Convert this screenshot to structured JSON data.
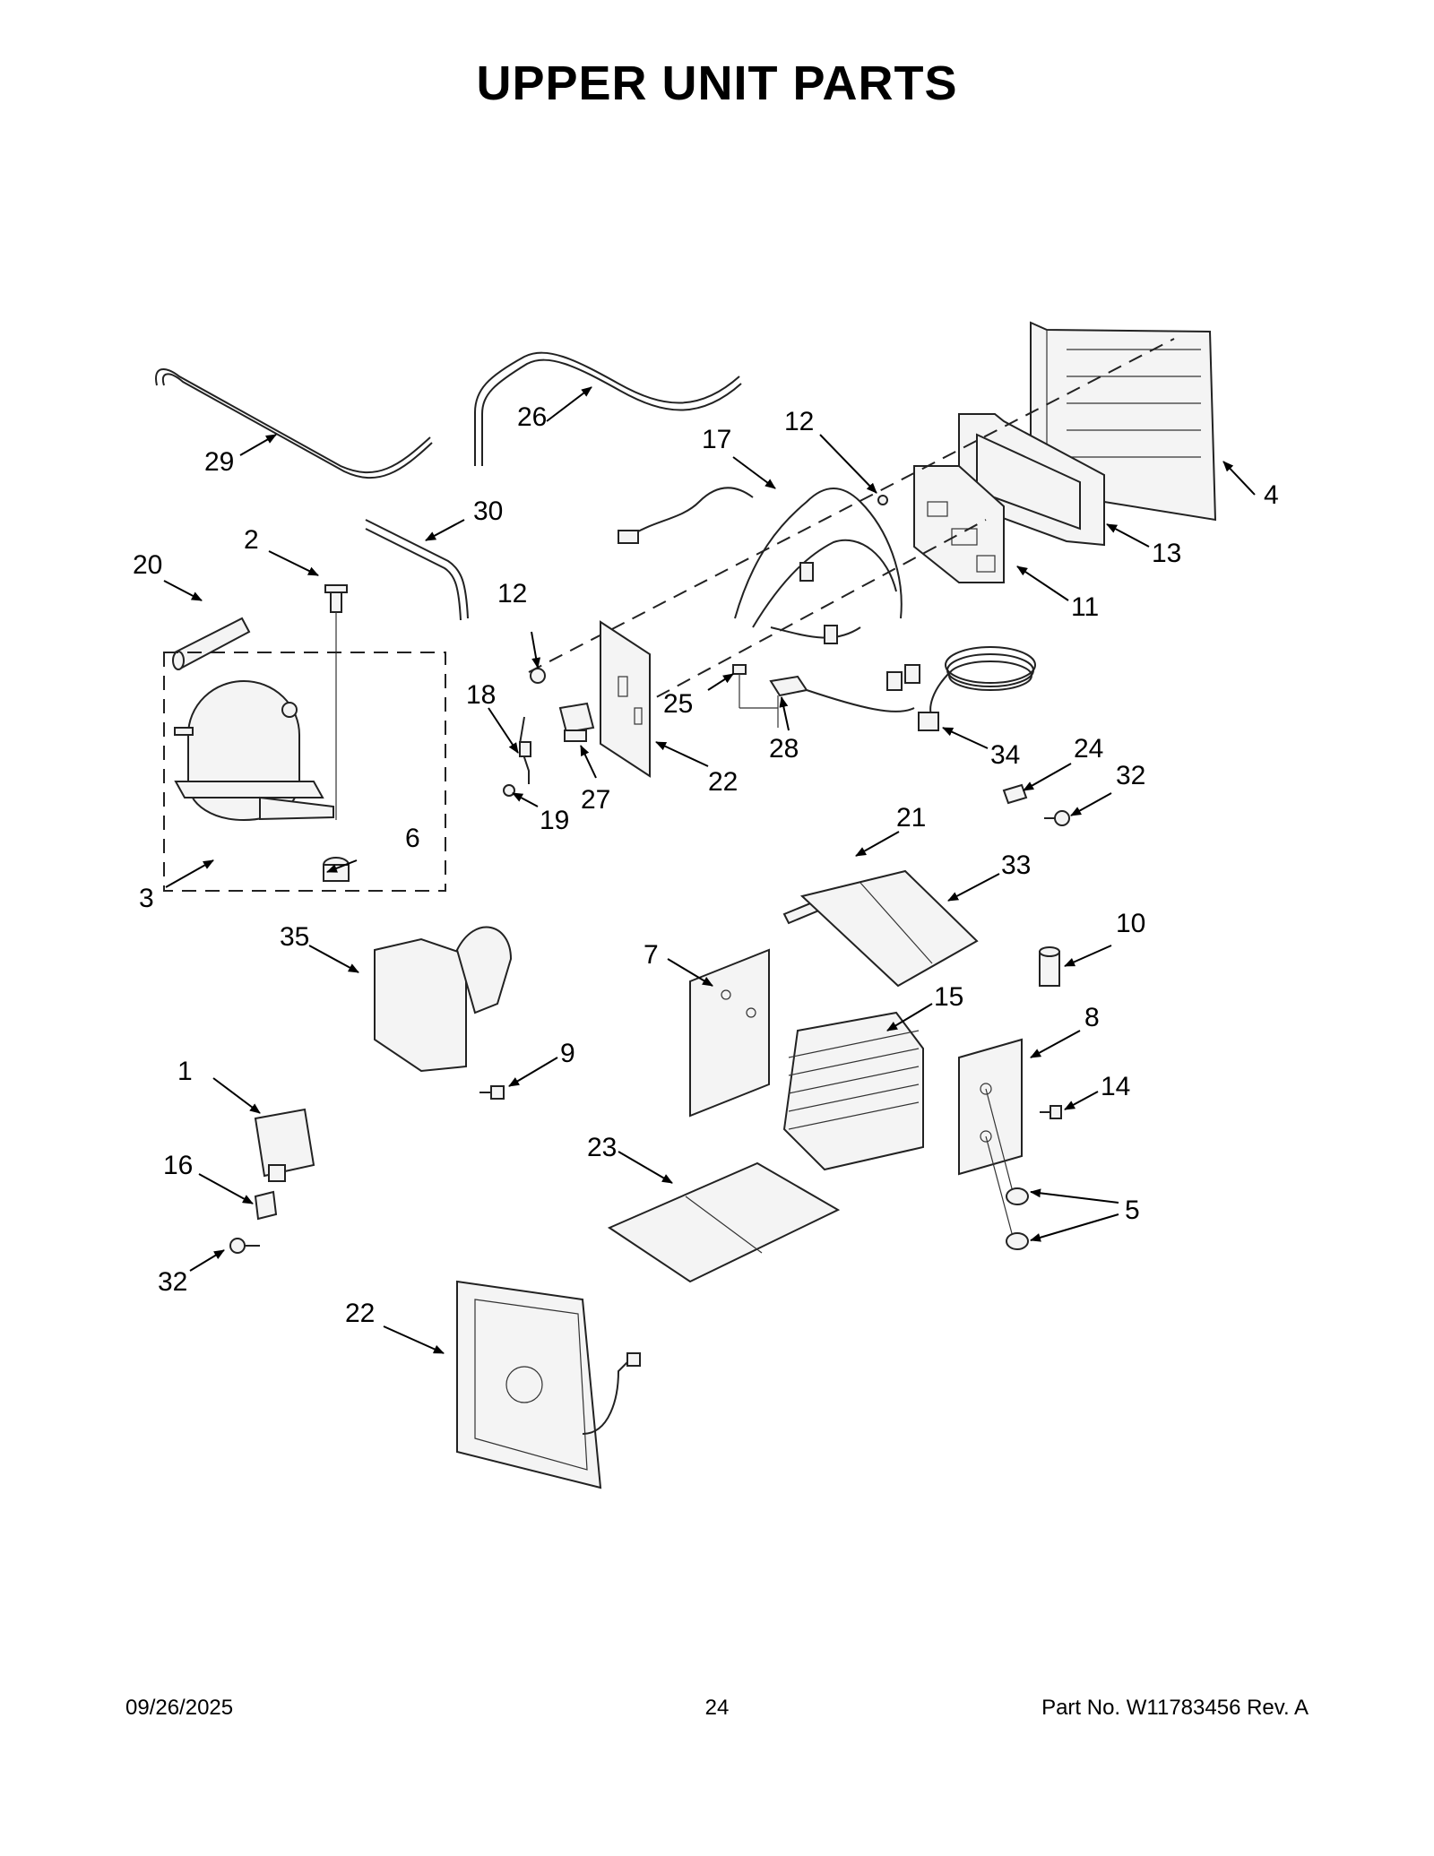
{
  "page": {
    "title": "UPPER UNIT PARTS",
    "footer": {
      "date": "09/26/2025",
      "page_number": "24",
      "part_number": "Part No.  W11783456  Rev.  A"
    }
  },
  "callouts": [
    "1",
    "2",
    "3",
    "4",
    "5",
    "6",
    "7",
    "8",
    "9",
    "10",
    "11",
    "12",
    "12",
    "13",
    "14",
    "15",
    "16",
    "17",
    "18",
    "19",
    "20",
    "21",
    "22",
    "23",
    "24",
    "25",
    "26",
    "27",
    "28",
    "29",
    "30",
    "31",
    "32",
    "32",
    "33",
    "34",
    "35"
  ]
}
